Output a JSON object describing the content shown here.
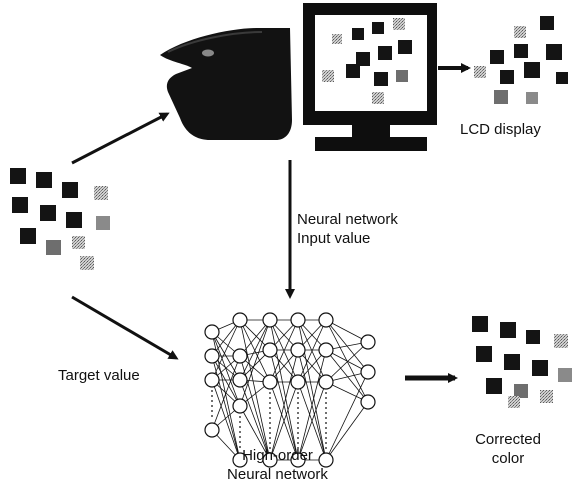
{
  "labels": {
    "lcd_display": "LCD display",
    "nn_input_line1": "Neural network",
    "nn_input_line2": "Input value",
    "target_value": "Target value",
    "nn_name_line1": "High-order",
    "nn_name_line2": "Neural network",
    "corrected_line1": "Corrected",
    "corrected_line2": "color"
  },
  "components": {
    "sample_patch_grid": "color-patch-grid-icon",
    "scanner": "scanner-icon",
    "monitor": "lcd-monitor-icon",
    "neural_network": "neural-network-diagram",
    "corrected_patch_grid": "color-patch-grid-icon"
  },
  "neural_network_layout": {
    "layers": 6,
    "nodes_per_layer": [
      4,
      5,
      4,
      4,
      4,
      3
    ]
  },
  "colors": {
    "ink": "#111111",
    "patch_dark": "#141414",
    "patch_mid": "#6e6e6e",
    "patch_light": "#a8a8a8",
    "background": "#ffffff"
  }
}
